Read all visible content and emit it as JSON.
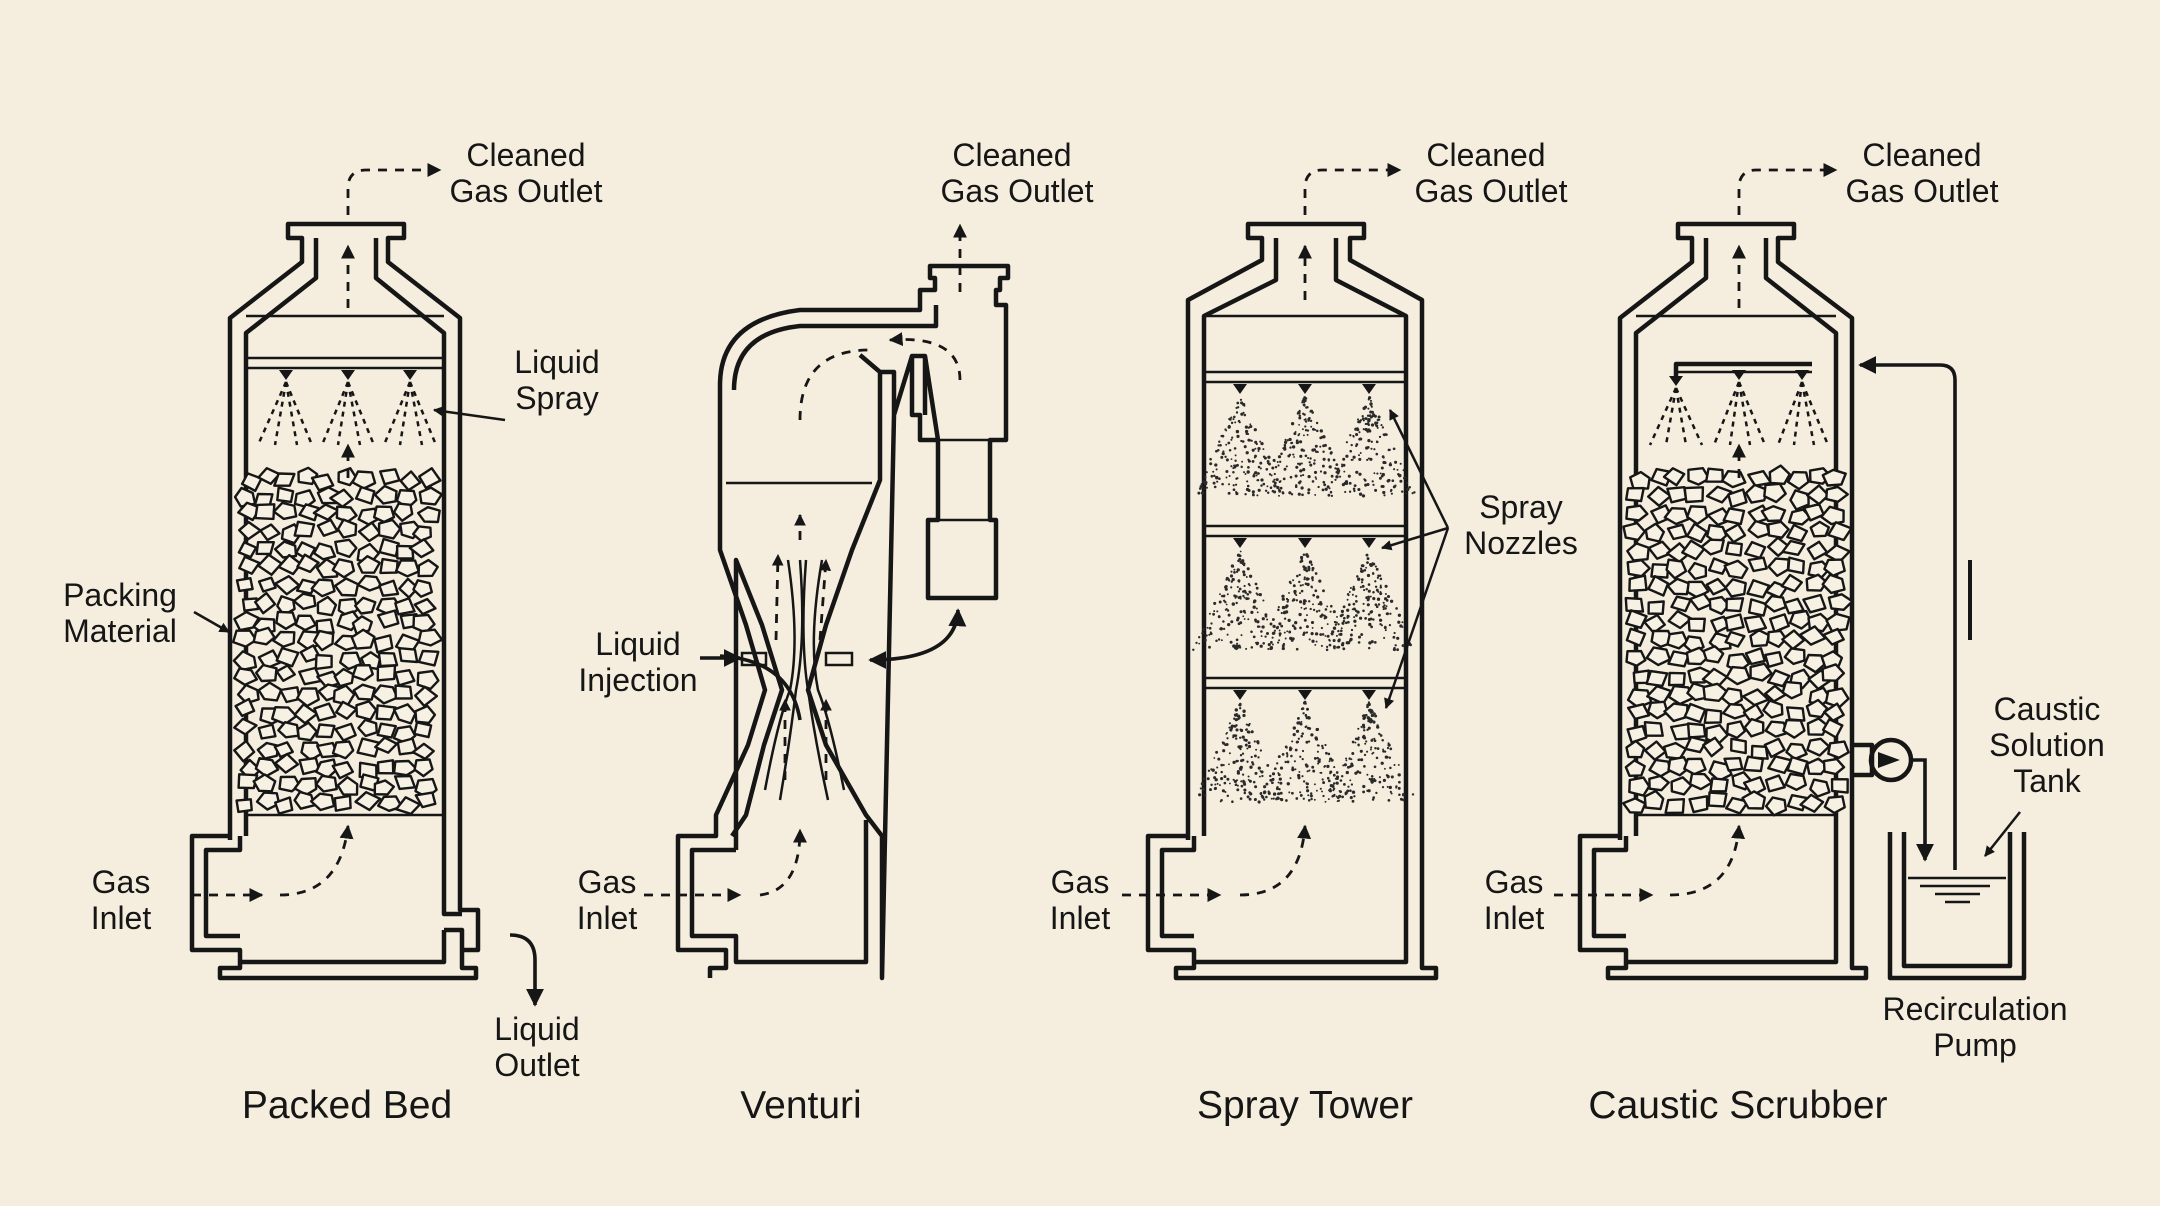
{
  "scrubbers": [
    {
      "title": "Packed Bed",
      "cleaned": [
        "Cleaned",
        "Gas Outlet"
      ],
      "gas_inlet": [
        "Gas",
        "Inlet"
      ],
      "liquid_spray": [
        "Liquid",
        "Spray"
      ],
      "packing": [
        "Packing",
        "Material"
      ],
      "liquid_outlet": [
        "Liquid",
        "Outlet"
      ]
    },
    {
      "title": "Venturi",
      "cleaned": [
        "Cleaned",
        "Gas Outlet"
      ],
      "gas_inlet": [
        "Gas",
        "Inlet"
      ],
      "liquid_injection": [
        "Liquid",
        "Injection"
      ]
    },
    {
      "title": "Spray Tower",
      "cleaned": [
        "Cleaned",
        "Gas Outlet"
      ],
      "gas_inlet": [
        "Gas",
        "Inlet"
      ],
      "spray_nozzles": [
        "Spray",
        "Nozzles"
      ]
    },
    {
      "title": "Caustic Scrubber",
      "cleaned": [
        "Cleaned",
        "Gas Outlet"
      ],
      "gas_inlet": [
        "Gas",
        "Inlet"
      ],
      "tank": [
        "Caustic",
        "Solution",
        "Tank"
      ],
      "pump": [
        "Recirculation",
        "Pump"
      ]
    }
  ]
}
